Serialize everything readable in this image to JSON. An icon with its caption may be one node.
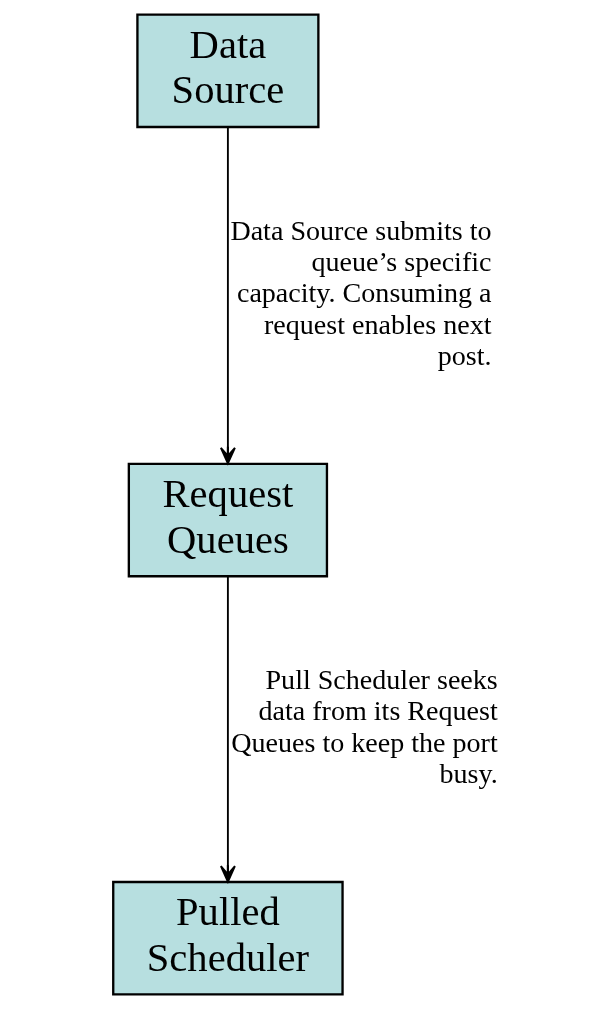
{
  "diagram": {
    "nodes": [
      {
        "text": [
          "Data Source"
        ]
      },
      {
        "text": [
          "Request Queues"
        ]
      },
      {
        "text": [
          "Pulled Scheduler"
        ]
      }
    ],
    "edges": [
      {
        "from": 0,
        "to": 1,
        "arrow": "to",
        "label": "Data Source submits to queue’s specific capacity. Consuming a request enables next post."
      },
      {
        "from": 1,
        "to": 2,
        "arrow": "to",
        "label": "Pull Scheduler seeks data from its Request Queues to keep the port busy."
      }
    ]
  }
}
